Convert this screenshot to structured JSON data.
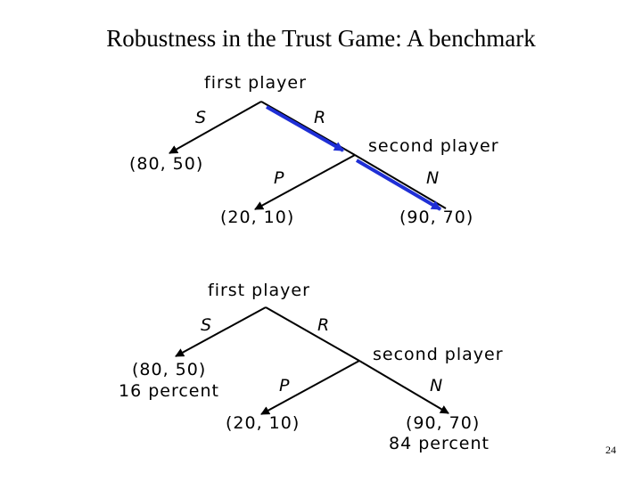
{
  "title": "Robustness in the Trust Game: A benchmark",
  "colors": {
    "highlight": "#1f2fd6",
    "line": "#000000"
  },
  "trees": [
    {
      "first_player": "first player",
      "second_player": "second player",
      "moves": {
        "S": "S",
        "R": "R",
        "P": "P",
        "N": "N"
      },
      "payoffs": {
        "S": "(80, 50)",
        "P": "(20, 10)",
        "N": "(90, 70)"
      },
      "highlighted_path": [
        "R",
        "N"
      ]
    },
    {
      "first_player": "first player",
      "second_player": "second player",
      "moves": {
        "S": "S",
        "R": "R",
        "P": "P",
        "N": "N"
      },
      "payoffs": {
        "S": "(80, 50)",
        "P": "(20, 10)",
        "N": "(90, 70)"
      },
      "percents": {
        "S": "16 percent",
        "N": "84 percent"
      }
    }
  ],
  "page_number": "24"
}
